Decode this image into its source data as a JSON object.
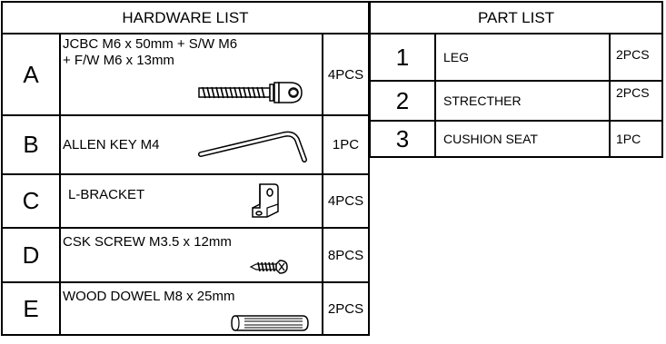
{
  "hardware_list": {
    "title": "HARDWARE LIST",
    "items": [
      {
        "letter": "A",
        "line1": "JCBC M6 x 50mm + S/W M6",
        "line2": "+ F/W M6 x 13mm",
        "qty": "4PCS",
        "icon": "bolt-icon"
      },
      {
        "letter": "B",
        "line1": "ALLEN KEY M4",
        "qty": "1PC",
        "icon": "allen-key-icon"
      },
      {
        "letter": "C",
        "line1": "L-BRACKET",
        "qty": "4PCS",
        "icon": "l-bracket-icon"
      },
      {
        "letter": "D",
        "line1": "CSK SCREW M3.5 x 12mm",
        "qty": "8PCS",
        "icon": "screw-icon"
      },
      {
        "letter": "E",
        "line1": "WOOD DOWEL M8 x 25mm",
        "qty": "2PCS",
        "icon": "dowel-icon"
      }
    ]
  },
  "part_list": {
    "title": "PART LIST",
    "items": [
      {
        "num": "1",
        "name": "LEG",
        "qty": "2PCS"
      },
      {
        "num": "2",
        "name": "STRECTHER",
        "qty": "2PCS"
      },
      {
        "num": "3",
        "name": "CUSHION SEAT",
        "qty": "1PC"
      }
    ]
  }
}
